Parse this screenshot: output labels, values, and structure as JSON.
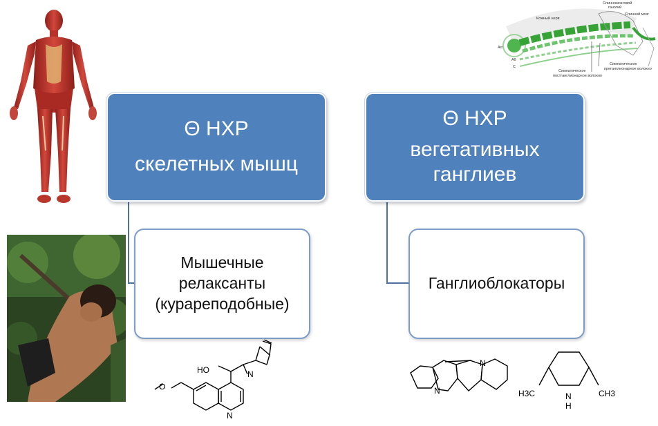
{
  "left_branch": {
    "header_line1": "Θ НХР",
    "header_line2": "скелетных мышц",
    "child_line1": "Мышечные",
    "child_line2": "релаксанты",
    "child_line3": "(курареподобные)"
  },
  "right_branch": {
    "header_line1": "Θ НХР",
    "header_line2": "вегетативных",
    "header_line3": "ганглиев",
    "child_label": "Ганглиоблокаторы"
  },
  "nerve_diagram": {
    "label_ganglion_line1": "Спинномозговой",
    "label_ganglion_line2": "ганглий",
    "label_spinal_cord": "Спинной мозг",
    "label_skin_nerve": "Кожный нерв",
    "label_aa": "Aα",
    "label_ab": "Aδ",
    "label_c": "C",
    "label_post_line1": "Симпатическое",
    "label_post_line2": "постганглионарное волокно",
    "label_pre_line1": "Симпатическое",
    "label_pre_line2": "преганглионарное волокно"
  },
  "structures": {
    "quinine_ho": "HO",
    "quinine_n1": "N",
    "quinine_n2": "N",
    "sparteine_n1": "N",
    "sparteine_n2": "N",
    "piperidine_ch3_left": "H3C",
    "piperidine_ch3_right": "CH3",
    "piperidine_n": "N",
    "piperidine_h": "H"
  },
  "colors": {
    "header_blue": "#4f81bd",
    "child_border": "#7b9bc9",
    "connector": "#4f6f9f"
  }
}
